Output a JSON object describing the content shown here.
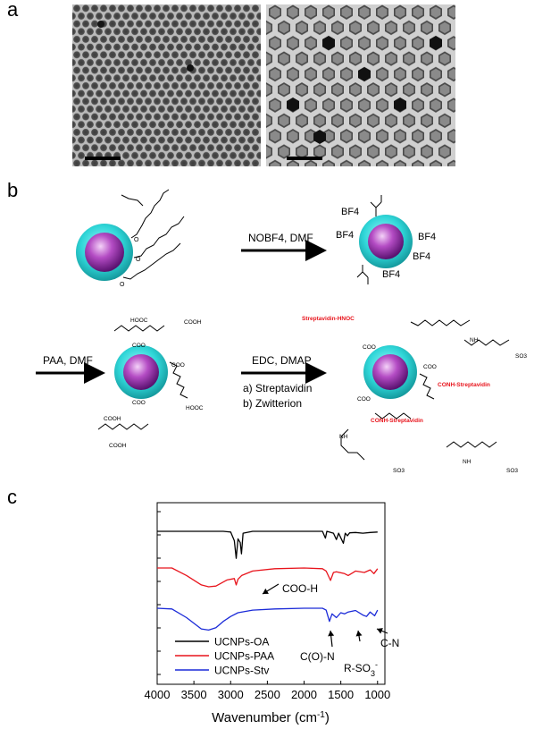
{
  "panels": {
    "a": "a",
    "b": "b",
    "c": "c"
  },
  "scheme": {
    "arrow1": "NOBF4, DMF",
    "arrow2": "PAA, DMF",
    "arrow3": "EDC, DMAP",
    "step_a": "a) Streptavidin",
    "step_b": "b) Zwitterion",
    "bf4": "BF4",
    "cooh": "COOH",
    "hooc": "HOOC",
    "coo": "COO",
    "streptavidin_hnoc": "Streptavidin-HNOC",
    "conh_streptavidin": "CONH-Streptavidin",
    "so3": "SO3",
    "nh": "NH",
    "o": "O"
  },
  "chart_data": {
    "type": "line",
    "xlabel": "Wavenumber (cm-1)",
    "xlim": [
      4000,
      900
    ],
    "xticks": [
      4000,
      3500,
      3000,
      2500,
      2000,
      1500,
      1000
    ],
    "legend_position": "bottom-left",
    "series": [
      {
        "name": "UCNPs-OA",
        "color": "#000000",
        "points": [
          [
            4000,
            0.0
          ],
          [
            3500,
            0.0
          ],
          [
            3100,
            0.0
          ],
          [
            3000,
            -0.02
          ],
          [
            2950,
            -0.25
          ],
          [
            2924,
            -0.72
          ],
          [
            2900,
            -0.2
          ],
          [
            2870,
            -0.3
          ],
          [
            2853,
            -0.6
          ],
          [
            2830,
            -0.05
          ],
          [
            2700,
            0.0
          ],
          [
            2000,
            0.0
          ],
          [
            1750,
            0.0
          ],
          [
            1710,
            -0.18
          ],
          [
            1690,
            0.0
          ],
          [
            1600,
            -0.05
          ],
          [
            1560,
            -0.22
          ],
          [
            1530,
            -0.05
          ],
          [
            1465,
            -0.32
          ],
          [
            1440,
            -0.05
          ],
          [
            1410,
            -0.12
          ],
          [
            1380,
            -0.04
          ],
          [
            1300,
            -0.03
          ],
          [
            1200,
            -0.05
          ],
          [
            1100,
            -0.03
          ],
          [
            1000,
            -0.02
          ]
        ]
      },
      {
        "name": "UCNPs-PAA",
        "color": "#e8141c",
        "points": [
          [
            4000,
            0.0
          ],
          [
            3800,
            0.0
          ],
          [
            3600,
            -0.2
          ],
          [
            3400,
            -0.45
          ],
          [
            3300,
            -0.5
          ],
          [
            3200,
            -0.48
          ],
          [
            3050,
            -0.32
          ],
          [
            2950,
            -0.28
          ],
          [
            2924,
            -0.45
          ],
          [
            2900,
            -0.3
          ],
          [
            2850,
            -0.2
          ],
          [
            2700,
            -0.08
          ],
          [
            2400,
            -0.02
          ],
          [
            2000,
            0.0
          ],
          [
            1750,
            -0.02
          ],
          [
            1700,
            -0.08
          ],
          [
            1640,
            -0.33
          ],
          [
            1600,
            -0.12
          ],
          [
            1560,
            -0.1
          ],
          [
            1450,
            -0.15
          ],
          [
            1400,
            -0.2
          ],
          [
            1300,
            -0.08
          ],
          [
            1180,
            -0.12
          ],
          [
            1100,
            -0.05
          ],
          [
            1050,
            -0.15
          ],
          [
            1000,
            -0.02
          ]
        ]
      },
      {
        "name": "UCNPs-Stv",
        "color": "#1a2ad8",
        "points": [
          [
            4000,
            0.0
          ],
          [
            3800,
            -0.02
          ],
          [
            3600,
            -0.25
          ],
          [
            3400,
            -0.55
          ],
          [
            3300,
            -0.58
          ],
          [
            3200,
            -0.52
          ],
          [
            3100,
            -0.35
          ],
          [
            3000,
            -0.22
          ],
          [
            2900,
            -0.12
          ],
          [
            2700,
            -0.05
          ],
          [
            2400,
            -0.02
          ],
          [
            2000,
            0.0
          ],
          [
            1750,
            0.0
          ],
          [
            1700,
            -0.05
          ],
          [
            1655,
            -0.35
          ],
          [
            1620,
            -0.15
          ],
          [
            1560,
            -0.25
          ],
          [
            1500,
            -0.12
          ],
          [
            1450,
            -0.15
          ],
          [
            1400,
            -0.1
          ],
          [
            1300,
            -0.06
          ],
          [
            1200,
            -0.18
          ],
          [
            1150,
            -0.22
          ],
          [
            1100,
            -0.1
          ],
          [
            1040,
            -0.2
          ],
          [
            1000,
            -0.05
          ]
        ]
      }
    ],
    "annotations": [
      "COO-H",
      "C(O)-N",
      "R-SO3-",
      "C-N"
    ]
  }
}
